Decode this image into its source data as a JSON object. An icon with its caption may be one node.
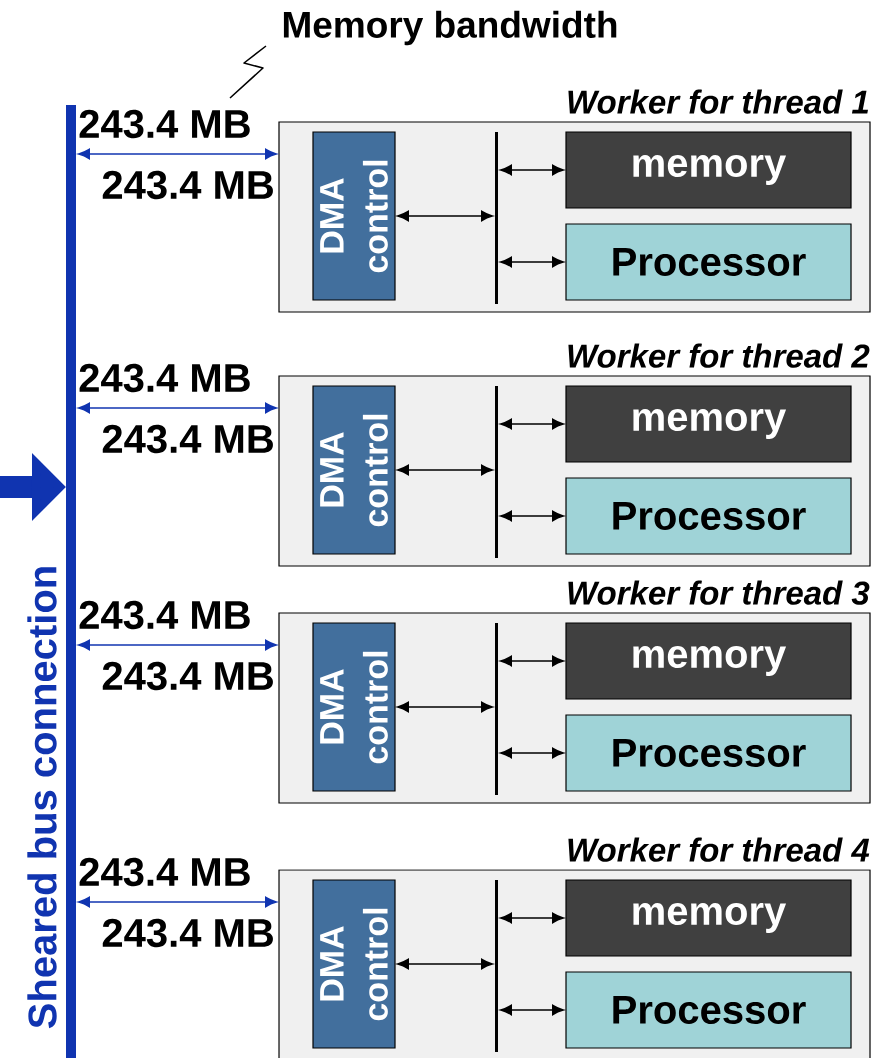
{
  "diagram": {
    "title": "Memory bandwidth",
    "nodes": [
      {
        "text": [
          "Sheared bus connection"
        ]
      },
      {
        "text": [
          "Worker for thread 1"
        ]
      },
      {
        "text": [
          "DMA control"
        ],
        "in": 1
      },
      {
        "text": [],
        "shape": "bar",
        "in": 1
      },
      {
        "text": [
          "memory"
        ],
        "in": 1
      },
      {
        "text": [
          "Processor"
        ],
        "in": 1
      },
      {
        "text": [
          "Worker for thread 2"
        ]
      },
      {
        "text": [
          "DMA control"
        ],
        "in": 6
      },
      {
        "text": [],
        "shape": "bar",
        "in": 6
      },
      {
        "text": [
          "memory"
        ],
        "in": 6
      },
      {
        "text": [
          "Processor"
        ],
        "in": 6
      },
      {
        "text": [
          "Worker for thread 3"
        ]
      },
      {
        "text": [
          "DMA control"
        ],
        "in": 11
      },
      {
        "text": [],
        "shape": "bar",
        "in": 11
      },
      {
        "text": [
          "memory"
        ],
        "in": 11
      },
      {
        "text": [
          "Processor"
        ],
        "in": 11
      },
      {
        "text": [
          "Worker for thread 4"
        ]
      },
      {
        "text": [
          "DMA control"
        ],
        "in": 16
      },
      {
        "text": [],
        "shape": "bar",
        "in": 16
      },
      {
        "text": [
          "memory"
        ],
        "in": 16
      },
      {
        "text": [
          "Processor"
        ],
        "in": 16
      }
    ],
    "edges": [
      {
        "from": null,
        "to": 0,
        "arrow": "to",
        "style": "thick",
        "color": "#1034b0"
      },
      {
        "from": 0,
        "to": 1,
        "arrow": "both",
        "label": "243.4 MB",
        "color": "#1034b0"
      },
      {
        "from": 2,
        "to": 3,
        "arrow": "both"
      },
      {
        "from": 3,
        "to": 4,
        "arrow": "both"
      },
      {
        "from": 3,
        "to": 5,
        "arrow": "both"
      },
      {
        "from": 0,
        "to": 6,
        "arrow": "both",
        "label": "243.4 MB",
        "color": "#1034b0"
      },
      {
        "from": 7,
        "to": 8,
        "arrow": "both"
      },
      {
        "from": 8,
        "to": 9,
        "arrow": "both"
      },
      {
        "from": 8,
        "to": 10,
        "arrow": "both"
      },
      {
        "from": 0,
        "to": 11,
        "arrow": "both",
        "label": "243.4 MB",
        "color": "#1034b0"
      },
      {
        "from": 12,
        "to": 13,
        "arrow": "both"
      },
      {
        "from": 13,
        "to": 14,
        "arrow": "both"
      },
      {
        "from": 13,
        "to": 15,
        "arrow": "both"
      },
      {
        "from": 0,
        "to": 16,
        "arrow": "both",
        "label": "243.4 MB",
        "color": "#1034b0"
      },
      {
        "from": 17,
        "to": 18,
        "arrow": "both"
      },
      {
        "from": 18,
        "to": 19,
        "arrow": "both"
      },
      {
        "from": 18,
        "to": 20,
        "arrow": "both"
      }
    ],
    "labels": [
      "243.4 MB",
      "243.4 MB",
      "243.4 MB",
      "243.4 MB"
    ]
  }
}
